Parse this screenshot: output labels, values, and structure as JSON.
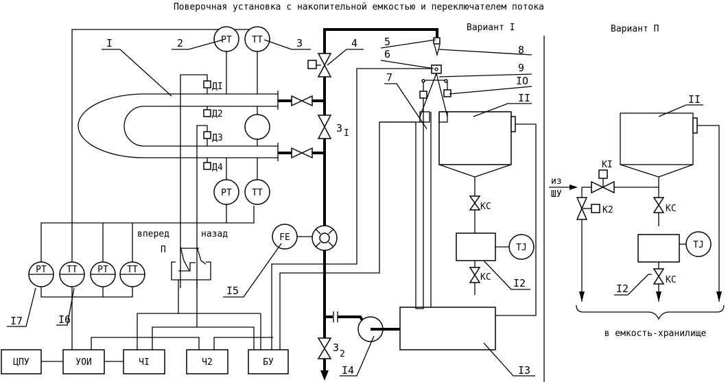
{
  "title": "Поверочная установка с накопительной емкостью и переключателем потока",
  "variant_1": "Вариант I",
  "variant_2": "Вариант П",
  "callouts": {
    "n1": "I",
    "n2": "2",
    "n3": "3",
    "n4": "4",
    "n5": "5",
    "n6": "6",
    "n7": "7",
    "n8": "8",
    "n9": "9",
    "n10": "IO",
    "n11": "II",
    "n11b": "II",
    "n12": "I2",
    "n12b": "I2",
    "n13": "I3",
    "n14": "I4",
    "n15": "I5",
    "n16": "I6",
    "n17": "I7"
  },
  "instruments": {
    "pt_top": "PT",
    "tt_top": "TT",
    "pt_bot": "PT",
    "tt_bot": "TT",
    "g1": "PT",
    "g2": "TT",
    "g3": "PT",
    "g4": "TT",
    "fe": "FE",
    "tj1": "TJ",
    "tj2": "TJ"
  },
  "sensors": [
    "ДI",
    "Д2",
    "Д3",
    "Д4"
  ],
  "valves": {
    "v3t": "3",
    "v3t_sub": "I",
    "v32": "3",
    "v32_sub": "2",
    "ks1": "КС",
    "ks2": "КС",
    "ks3": "КС",
    "ks4": "КС",
    "k1": "КI",
    "k2": "К2"
  },
  "switch": {
    "forward": "вперед",
    "back": "назад",
    "name": "П"
  },
  "blocks": [
    "ЦПУ",
    "УОИ",
    "ЧI",
    "Ч2",
    "БУ"
  ],
  "variant2_inlet": {
    "line1": "из",
    "line2": "ШУ"
  },
  "storage_label": "в емкость-хранилище"
}
